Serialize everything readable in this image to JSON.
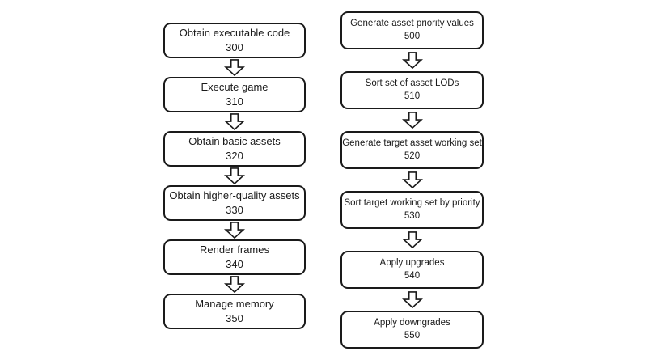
{
  "theme": {
    "background": "#ffffff",
    "ink": "#1a1a1a"
  },
  "diagram": {
    "kind": "flowchart",
    "arrow_icon": "down-block-arrow"
  },
  "columns": [
    {
      "name": "game-execution-flow",
      "steps": [
        {
          "label": "Obtain executable code",
          "number": "300"
        },
        {
          "label": "Execute game",
          "number": "310"
        },
        {
          "label": "Obtain basic assets",
          "number": "320"
        },
        {
          "label": "Obtain higher-quality assets",
          "number": "330"
        },
        {
          "label": "Render frames",
          "number": "340"
        },
        {
          "label": "Manage memory",
          "number": "350"
        }
      ]
    },
    {
      "name": "asset-priority-flow",
      "steps": [
        {
          "label": "Generate asset priority values",
          "number": "500"
        },
        {
          "label": "Sort set of asset LODs",
          "number": "510"
        },
        {
          "label": "Generate target asset working set",
          "number": "520"
        },
        {
          "label": "Sort target working set by priority",
          "number": "530"
        },
        {
          "label": "Apply upgrades",
          "number": "540"
        },
        {
          "label": "Apply downgrades",
          "number": "550"
        }
      ]
    }
  ]
}
